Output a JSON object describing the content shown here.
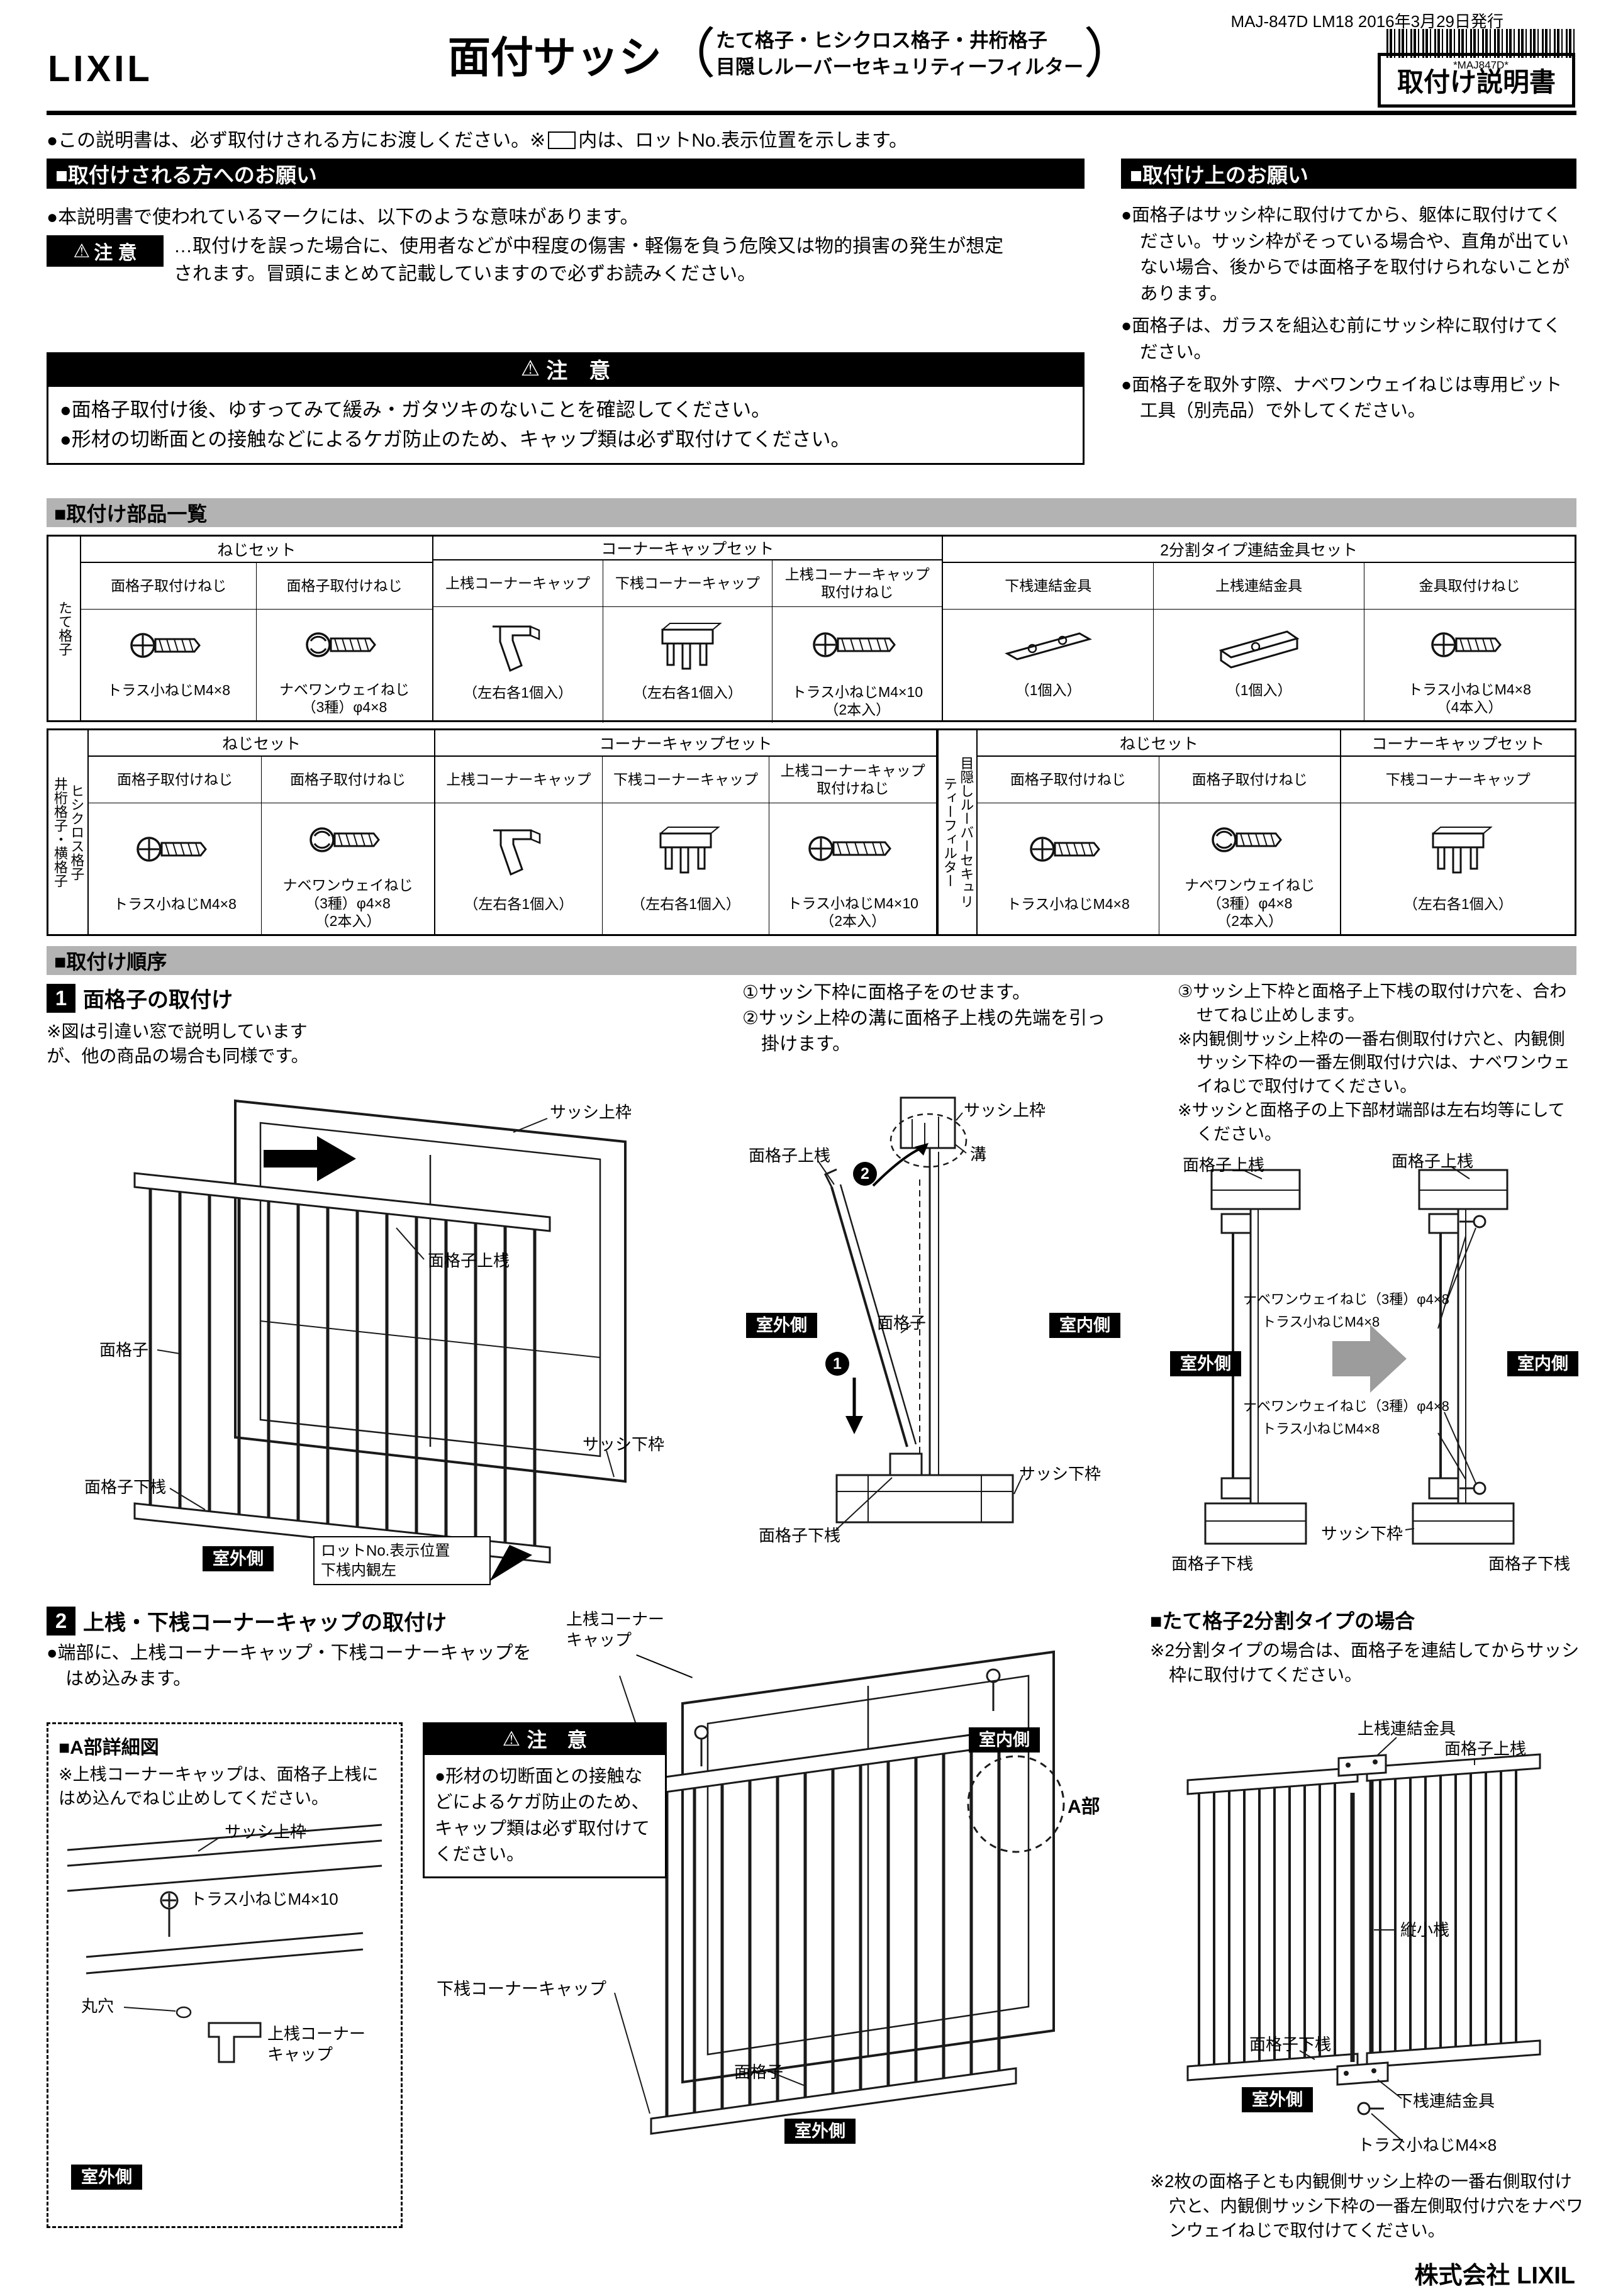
{
  "icons": {
    "warning": "⚠",
    "lot_box": "□"
  },
  "header": {
    "doc_code": "MAJ-847D LM18 2016年3月29日発行",
    "barcode_text": "*MAJ847D*",
    "logo": "LIXIL",
    "title": "面付サッシ",
    "paren_open": "（",
    "subtitle_line1": "たて格子・ヒシクロス格子・井桁格子",
    "subtitle_line2": "目隠しルーバーセキュリティーフィルター",
    "paren_close": "）",
    "doc_type": "取付け説明書"
  },
  "intro": {
    "before": "●この説明書は、必ず取付けされる方にお渡しください。※",
    "after": "内は、ロットNo.表示位置を示します。"
  },
  "reader_request": {
    "title": "■取付けされる方へのお願い",
    "marks_intro": "●本説明書で使われているマークには、以下のような意味があります。",
    "caution_tag": "注 意",
    "caution_desc": "…取付けを誤った場合に、使用者などが中程度の傷害・軽傷を負う危険又は物的損害の発生が想定されます。冒頭にまとめて記載していますので必ずお読みください。",
    "caution_bar": "注　意",
    "caution_items": [
      "●面格子取付け後、ゆすってみて緩み・ガタツキのないことを確認してください。",
      "●形材の切断面との接触などによるケガ防止のため、キャップ類は必ず取付けてください。"
    ]
  },
  "install_request": {
    "title": "■取付け上のお願い",
    "items": [
      "●面格子はサッシ枠に取付けてから、躯体に取付けてください。サッシ枠がそっている場合や、直角が出ていない場合、後からでは面格子を取付けられないことがあります。",
      "●面格子は、ガラスを組込む前にサッシ枠に取付けてください。",
      "●面格子を取外す際、ナベワンウェイねじは専用ビット工具（別売品）で外してください。"
    ]
  },
  "parts": {
    "title": "■取付け部品一覧",
    "table_vertical": {
      "row_label": "たて格子",
      "groups": [
        {
          "name": "ねじセット"
        },
        {
          "name": "コーナーキャップセット"
        },
        {
          "name": "2分割タイプ連結金具セット"
        }
      ],
      "columns": [
        {
          "header": "面格子取付けねじ",
          "caption": "トラス小ねじM4×8"
        },
        {
          "header": "面格子取付けねじ",
          "caption": "ナベワンウェイねじ\n（3種）φ4×8"
        },
        {
          "header": "上桟コーナーキャップ",
          "caption": "（左右各1個入）"
        },
        {
          "header": "下桟コーナーキャップ",
          "caption": "（左右各1個入）"
        },
        {
          "header": "上桟コーナーキャップ\n取付けねじ",
          "caption": "トラス小ねじM4×10\n（2本入）"
        },
        {
          "header": "下桟連結金具",
          "caption": "（1個入）"
        },
        {
          "header": "上桟連結金具",
          "caption": "（1個入）"
        },
        {
          "header": "金具取付けねじ",
          "caption": "トラス小ねじM4×8\n（4本入）"
        }
      ]
    },
    "table_cross": {
      "row_label": "ヒシクロス格子\n井桁格子・横格子",
      "groups": [
        {
          "name": "ねじセット"
        },
        {
          "name": "コーナーキャップセット"
        }
      ],
      "columns": [
        {
          "header": "面格子取付けねじ",
          "caption": "トラス小ねじM4×8"
        },
        {
          "header": "面格子取付けねじ",
          "caption": "ナベワンウェイねじ\n（3種）φ4×8\n（2本入）"
        },
        {
          "header": "上桟コーナーキャップ",
          "caption": "（左右各1個入）"
        },
        {
          "header": "下桟コーナーキャップ",
          "caption": "（左右各1個入）"
        },
        {
          "header": "上桟コーナーキャップ\n取付けねじ",
          "caption": "トラス小ねじM4×10\n（2本入）"
        }
      ]
    },
    "table_louver": {
      "row_label": "目隠しルーバーセキュリ\nティーフィルター",
      "groups": [
        {
          "name": "ねじセット"
        },
        {
          "name": "コーナーキャップセット"
        }
      ],
      "columns": [
        {
          "header": "面格子取付けねじ",
          "caption": "トラス小ねじM4×8"
        },
        {
          "header": "面格子取付けねじ",
          "caption": "ナベワンウェイねじ\n（3種）φ4×8\n（2本入）"
        },
        {
          "header": "下桟コーナーキャップ",
          "caption": "（左右各1個入）"
        }
      ]
    }
  },
  "sequence": {
    "title": "■取付け順序",
    "step1": {
      "badge": "1",
      "title": "面格子の取付け",
      "note": "※図は引違い窓で説明していますが、他の商品の場合も同様です。",
      "overview_labels": {
        "sash_top": "サッシ上枠",
        "grille_top_rail": "面格子上桟",
        "grille": "面格子",
        "sash_bottom": "サッシ下枠",
        "grille_bottom_rail": "面格子下桟",
        "outside": "室外側",
        "lot_position": "ロットNo.表示位置\n下桟内観左"
      },
      "steps_1_2": [
        "①サッシ下枠に面格子をのせます。",
        "②サッシ上枠の溝に面格子上桟の先端を引っ掛けます。"
      ],
      "section_labels": {
        "sash_top": "サッシ上枠",
        "grille_top_rail": "面格子上桟",
        "groove": "溝",
        "outside": "室外側",
        "grille": "面格子",
        "inside": "室内側",
        "sash_bottom": "サッシ下枠",
        "grille_bottom_rail": "面格子下桟",
        "marker1": "1",
        "marker2": "2"
      },
      "step_3": "③サッシ上下枠と面格子上下桟の取付け穴を、合わせてねじ止めします。",
      "step_3_notes": [
        "※内観側サッシ上枠の一番右側取付け穴と、内観側サッシ下枠の一番左側取付け穴は、ナベワンウェイねじで取付けてください。",
        "※サッシと面格子の上下部材端部は左右均等にしてください。"
      ],
      "screw_labels": {
        "grille_top_left": "面格子上桟",
        "grille_top_right": "面格子上桟",
        "oneway_top": "ナベワンウェイねじ（3種）φ4×8",
        "truss_top": "トラス小ねじM4×8",
        "oneway_bottom": "ナベワンウェイねじ（3種）φ4×8",
        "truss_bottom": "トラス小ねじM4×8",
        "outside": "室外側",
        "inside": "室内側",
        "sash_bottom": "サッシ下枠",
        "grille_bottom_left": "面格子下桟",
        "grille_bottom_right": "面格子下桟"
      }
    },
    "step2": {
      "badge": "2",
      "title": "上桟・下桟コーナーキャップの取付け",
      "bullet": "●端部に、上桟コーナーキャップ・下桟コーナーキャップをはめ込みます。",
      "upper_cap_label": "上桟コーナー\nキャップ",
      "lower_cap_label": "下桟コーナーキャップ",
      "detail": {
        "title": "■A部詳細図",
        "note": "※上桟コーナーキャップは、面格子上桟にはめ込んでねじ止めしてください。",
        "labels": {
          "sash_top": "サッシ上枠",
          "screw": "トラス小ねじM4×10",
          "round_hole": "丸穴",
          "cap": "上桟コーナー\nキャップ",
          "outside": "室外側"
        }
      },
      "caution": {
        "bar": "注　意",
        "text": "●形材の切断面との接触などによるケガ防止のため、キャップ類は必ず取付けてください。"
      },
      "diagram_labels": {
        "inside": "室内側",
        "a_part": "A部",
        "grille": "面格子",
        "outside": "室外側"
      }
    },
    "split": {
      "title": "■たて格子2分割タイプの場合",
      "note": "※2分割タイプの場合は、面格子を連結してからサッシ枠に取付けてください。",
      "labels": {
        "upper_joint": "上桟連結金具",
        "grille_top_rail": "面格子上桟",
        "center_stile": "縦小桟",
        "grille_bottom_rail": "面格子下桟",
        "outside": "室外側",
        "lower_joint": "下桟連結金具",
        "screw": "トラス小ねじM4×8"
      },
      "footnote": "※2枚の面格子とも内観側サッシ上枠の一番右側取付け穴と、内観側サッシ下枠の一番左側取付け穴をナベワンウェイねじで取付けてください。"
    }
  },
  "footer": {
    "company": "株式会社 LIXIL"
  }
}
